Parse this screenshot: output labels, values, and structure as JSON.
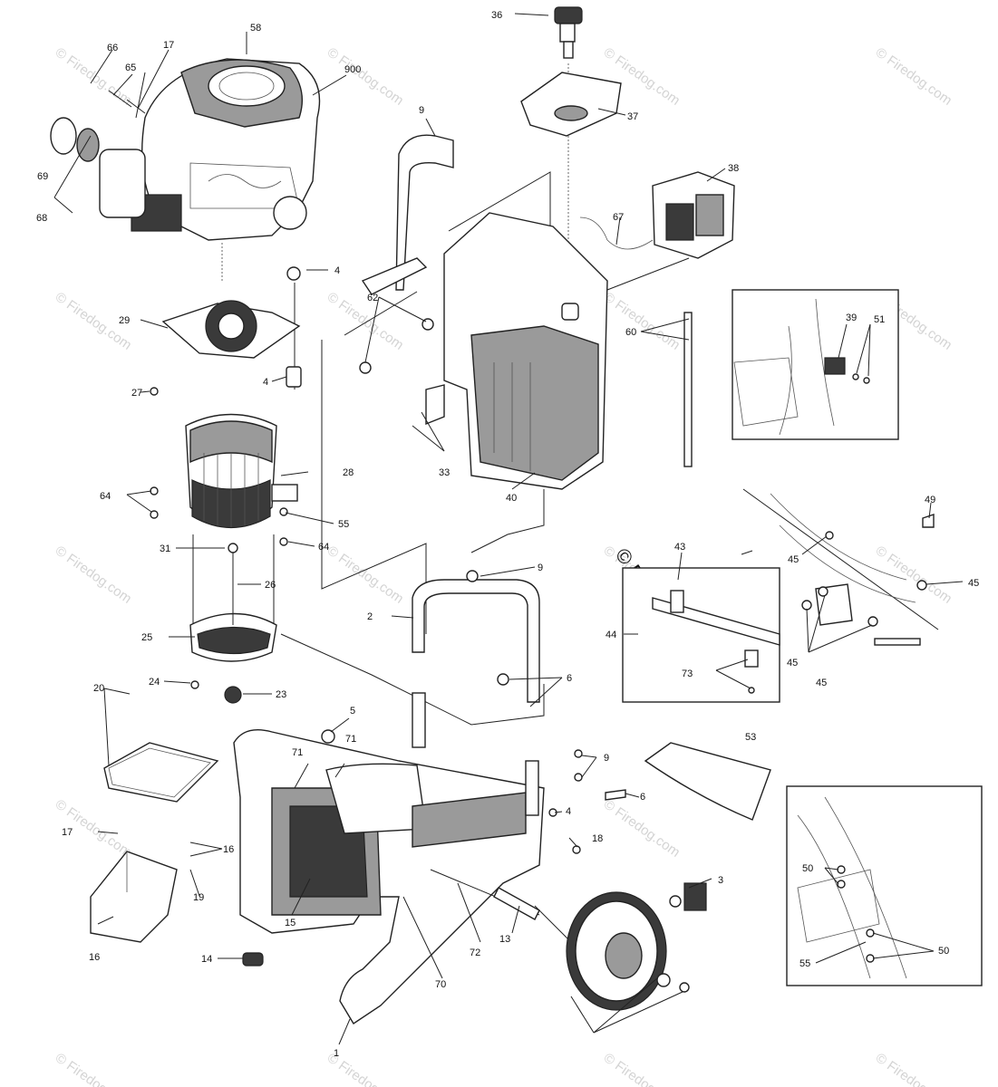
{
  "watermark": {
    "text": "© Firedog.com"
  },
  "callouts": [
    "1",
    "2",
    "3",
    "4",
    "4",
    "4",
    "5",
    "6",
    "6",
    "9",
    "9",
    "9",
    "13",
    "14",
    "15",
    "16",
    "16",
    "17",
    "17",
    "18",
    "19",
    "20",
    "23",
    "24",
    "25",
    "26",
    "27",
    "28",
    "29",
    "31",
    "33",
    "36",
    "37",
    "38",
    "39",
    "40",
    "43",
    "44",
    "45",
    "45",
    "45",
    "45",
    "49",
    "50",
    "50",
    "51",
    "53",
    "55",
    "55",
    "58",
    "60",
    "62",
    "64",
    "64",
    "65",
    "66",
    "67",
    "68",
    "69",
    "70",
    "71",
    "71",
    "72",
    "73",
    "900"
  ],
  "colors": {
    "line": "#222222",
    "watermark": "#d4d4d4",
    "shade": "#9a9a9a"
  }
}
